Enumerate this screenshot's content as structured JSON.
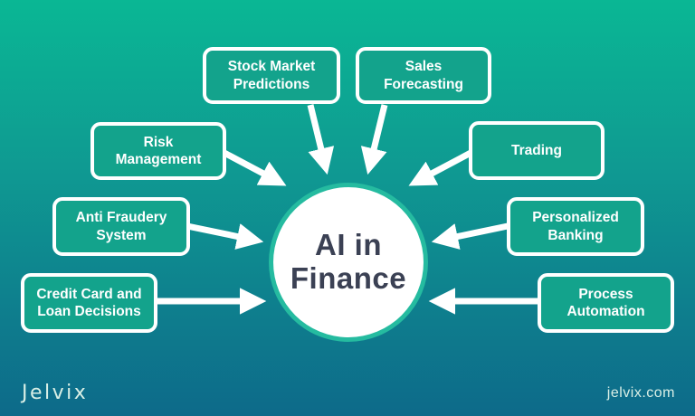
{
  "center": {
    "label": "AI in Finance"
  },
  "nodes": [
    {
      "id": "stock-market-predictions",
      "label": "Stock Market Predictions"
    },
    {
      "id": "sales-forecasting",
      "label": "Sales Forecasting"
    },
    {
      "id": "risk-management",
      "label": "Risk Management"
    },
    {
      "id": "trading",
      "label": "Trading"
    },
    {
      "id": "anti-fraudery-system",
      "label": "Anti Fraudery System"
    },
    {
      "id": "personalized-banking",
      "label": "Personalized Banking"
    },
    {
      "id": "credit-card-loan-decisions",
      "label": "Credit Card and Loan Decisions"
    },
    {
      "id": "process-automation",
      "label": "Process Automation"
    }
  ],
  "footer": {
    "brand": "Jelvix",
    "website": "jelvix.com"
  },
  "colors": {
    "bg_top": "#0ab794",
    "bg_bottom": "#0d6a8a",
    "node_fill": "#13a38c",
    "node_border": "#ffffff",
    "circle_fill": "#ffffff",
    "circle_ring": "#25bba0",
    "circle_text": "#3b4154",
    "arrow": "#ffffff",
    "footer_text": "#d9efe6"
  }
}
